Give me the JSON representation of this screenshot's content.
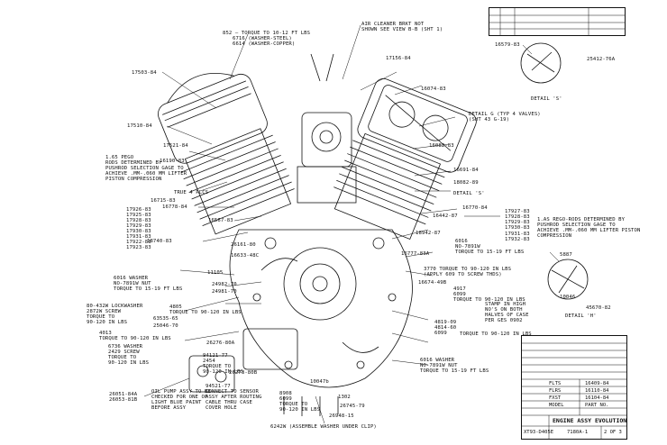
{
  "labels": {
    "torque_top": "852 — TORQUE TO 10-12 FT LBS",
    "washer_steel": "6716 (WASHER-STEEL)",
    "washer_copper": "6614 (WASHER-COPPER)",
    "air_cleaner": "AIR CLEANER BRKT NOT\nSHOWN SEE VIEW B-B (SHT 1)",
    "p17503": "17503-84",
    "p17156": "17156-84",
    "p16074": "16074-83",
    "p17510": "17510-84",
    "p17521": "17521-84",
    "p16190": "16190-83",
    "pushrod_left": "1.65 PEGO\nRODS DETERMINED BY\nPUSHROD SELECTION GAGE TO\nACHIEVE .MM-.060 MM LIFTER\nPISTON COMPRESSION",
    "true4": "TRUE 4 PLCS",
    "p16715": "16715-83",
    "p16778": "16778-84",
    "p17926": "17926-83\n17925-83\n17928-83\n17929-83\n17930-83\n17931-83\n17922-83\n17923-83",
    "p16567": "16567-83",
    "p18740": "18740-83",
    "p16082": "16082-83",
    "detail_g": "DETAIL G (TYP 4 VALVES)\n(SHT 43 G-19)",
    "p16691": "16691-84",
    "p18082": "18082-89",
    "detail_s_call": "DETAIL 'S'",
    "p16770": "16770-84",
    "p17927": "17927-83\n17928-83\n17929-83\n17930-83",
    "pushrod_right": "1.AS REGO-RODS DETERMINED BY\nPUSHROD SELECTION GAGE TO\nACHIEVE .MM-.060 MM LIFTER PISTON\nCOMPRESSION",
    "p17931": "17931-83\n17932-83",
    "p16442": "16442-87",
    "p18942": "18942-87",
    "p26161": "26161-80",
    "p16633": "16633-48C",
    "p6016_top": "6016\nNO-7891W\nTORQUE TO 15-19 FT LBS",
    "p16777": "16777-83A",
    "p11105": "11105",
    "washer_left": "6016 WASHER\nNO-7891W NUT\nTORQUE TO 15-19 FT LBS",
    "p24982": "24982-70",
    "p24981": "24981-70",
    "lockwasher": "80-432W LOCKWASHER\n2872W SCREW\nTORQUE TO\n90-120 IN LBS",
    "p4805": "4805\nTORQUE TO 90-120 IN LBS",
    "p63535": "63535-65",
    "p25046": "25046-70",
    "p4013": "4013\nTORQUE TO 90-120 IN LBS",
    "p6736": "6736 WASHER\n2429 SCREW\nTORQUE TO\n90-120 IN LBS",
    "p3770": "3770 TORQUE TO 90-120 IN LBS\n(APPLY 609 TO SCREW THDS)",
    "p16674": "16674-49B",
    "p4917": "4917\n6099",
    "torque_9012": "TORQUE TO 90-120 IN LBS",
    "stamp_note": "STAMP IN HIGH\nNO'S ON BOTH\nHALVES OF CASE\nPER GES 0902",
    "p4819": "4819-09\n4814-60\n6099",
    "torque_12": "TORQUE TO 90-120 IN LBS",
    "p26276": "26276-80A",
    "p94121": "94121-77",
    "p2454": "2454\nTORQUE TO\n90-120 IN LBS",
    "p26273": "26273-80B",
    "p94521": "94521-77\nCONNECT TO SENSOR\nASSY AFTER ROUTING\nCABLE THRU CASE\nCOVER HOLE",
    "p8908": "8908\n6099\nTORQUE TO\n90-120 IN LBS",
    "p10047": "10047b",
    "p26051a": "26051-84A\n26053-81B",
    "oil_pump": "OIL PUMP ASSY TO BE\nCHECKED FOR ONE OF\nLIGHT BLUE PAINT\nBEFORE ASSY",
    "p6242w": "6242W (ASSEMBLE WASHER UNDER CLIP)",
    "p1302": "1302",
    "p26745": "26745-79",
    "p26948": "26948-15",
    "p6016_bot": "6016 WASHER\nNO-7891W NUT\nTORQUE TO 15-19 FT LBS",
    "p16579": "16579-83",
    "p25412": "25412-76A",
    "detail_s": "DETAIL 'S'",
    "p5887": "5887",
    "p10046": "10046",
    "detail_h": "DETAIL 'H'",
    "p45670": "45670-82"
  },
  "title_block": {
    "rows": [
      {
        "code": "FLTS",
        "part": "16409-84"
      },
      {
        "code": "FLRS",
        "part": "16110-84"
      },
      {
        "code": "FXST",
        "part": "16104-84"
      }
    ],
    "model_hdr": "MODEL",
    "part_hdr": "PART NO.",
    "title": "ENGINE ASSY EVOLUTION",
    "number": "XT93-D405E",
    "sheet": "7180A-1",
    "rev": "2 OF 3"
  }
}
